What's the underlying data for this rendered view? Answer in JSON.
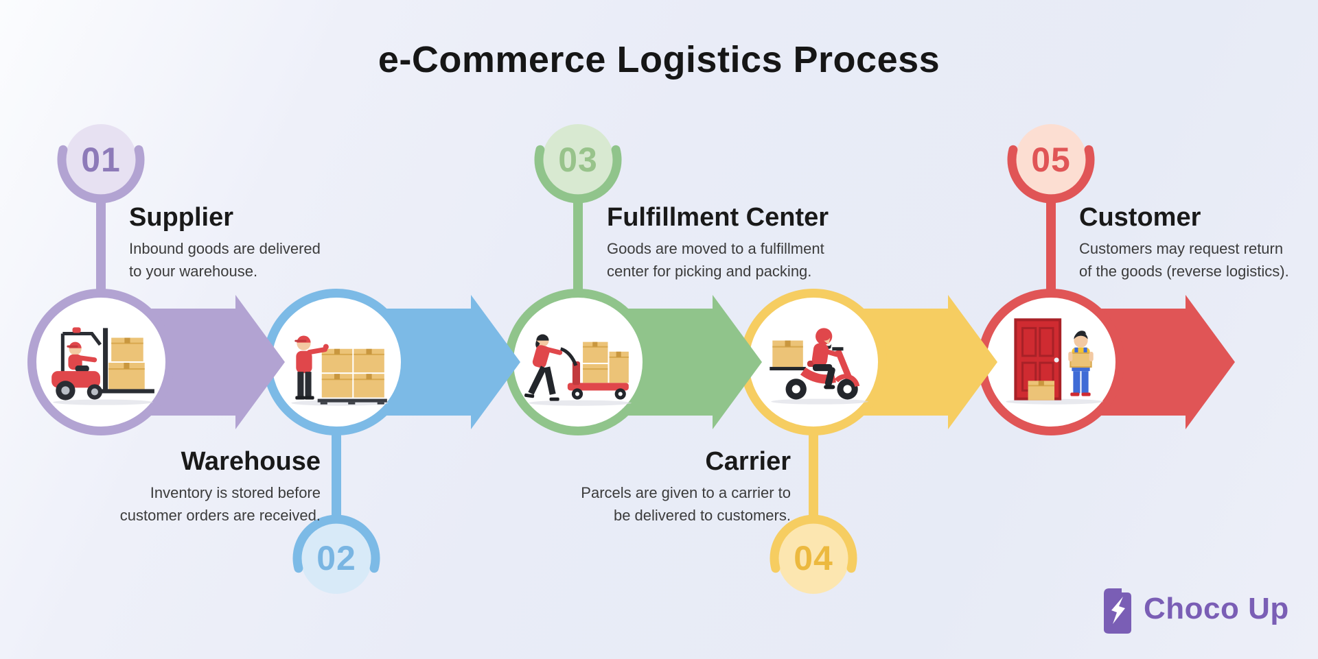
{
  "title": "e-Commerce Logistics Process",
  "background": "#e9ecf7",
  "steps": [
    {
      "number": "01",
      "label": "Supplier",
      "desc_lines": [
        "Inbound goods are delivered",
        "to your warehouse."
      ],
      "icon": "forklift-icon",
      "colors": {
        "main": "#b2a3d2",
        "badge_bg": "#e7e1f2",
        "badge_text": "#8d7ab8"
      }
    },
    {
      "number": "02",
      "label": "Warehouse",
      "desc_lines": [
        "Inventory is stored before",
        "customer orders are received."
      ],
      "icon": "warehouse-worker-icon",
      "colors": {
        "main": "#7cbae6",
        "badge_bg": "#d8eaf8",
        "badge_text": "#79b5e2"
      }
    },
    {
      "number": "03",
      "label": "Fulfillment Center",
      "desc_lines": [
        "Goods are moved to a fulfillment",
        "center for picking and packing."
      ],
      "icon": "pallet-truck-icon",
      "colors": {
        "main": "#90c48b",
        "badge_bg": "#d8e9d1",
        "badge_text": "#98c38b"
      }
    },
    {
      "number": "04",
      "label": "Carrier",
      "desc_lines": [
        "Parcels are given to a carrier to",
        "be delivered to customers."
      ],
      "icon": "delivery-scooter-icon",
      "colors": {
        "main": "#f6cd61",
        "badge_bg": "#fce6b0",
        "badge_text": "#ecb93f"
      }
    },
    {
      "number": "05",
      "label": "Customer",
      "desc_lines": [
        "Customers may request return",
        "of the goods (reverse logistics)."
      ],
      "icon": "door-delivery-icon",
      "colors": {
        "main": "#e05556",
        "badge_bg": "#fcded2",
        "badge_text": "#e05556"
      }
    }
  ],
  "brand": {
    "name": "Choco Up",
    "icon": "battery-bolt-icon",
    "color": "#7a5eb5"
  }
}
